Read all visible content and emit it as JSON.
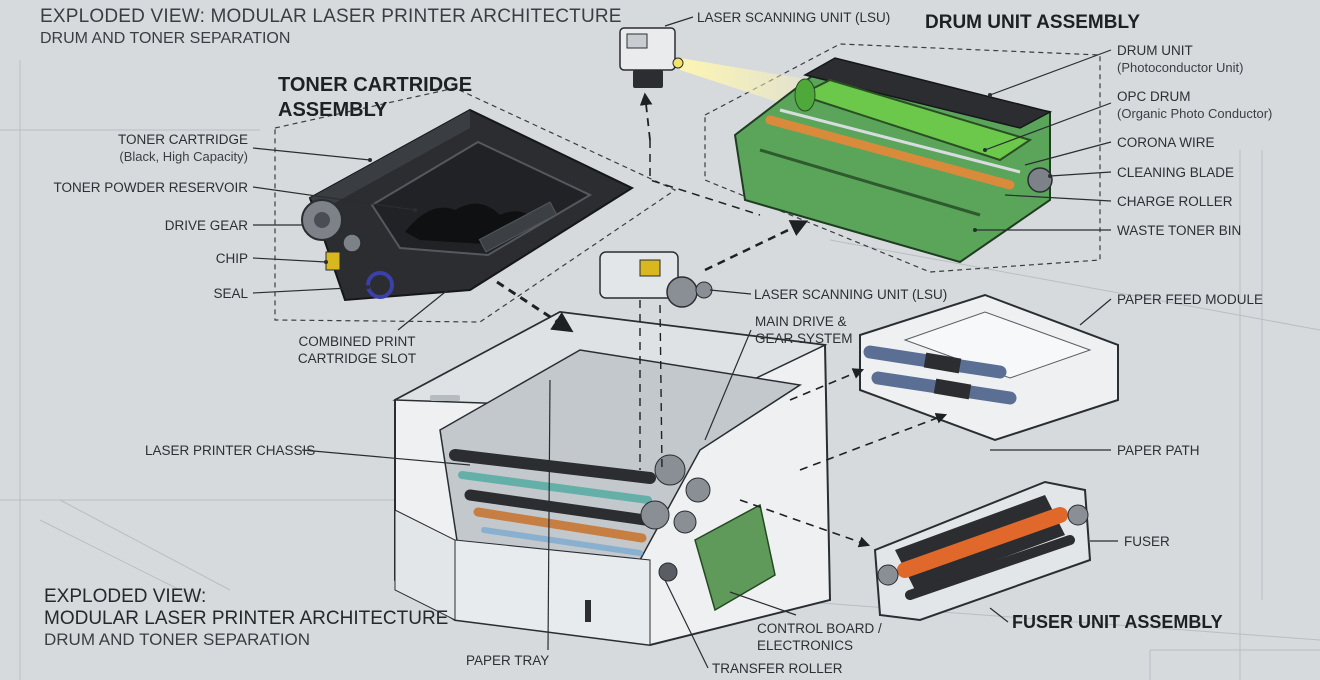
{
  "headers": {
    "top_line1": "EXPLODED VIEW: MODULAR LASER PRINTER ARCHITECTURE",
    "top_line2": "DRUM AND TONER SEPARATION",
    "bottom_line1": "EXPLODED VIEW:",
    "bottom_line2": "MODULAR LASER PRINTER ARCHITECTURE",
    "bottom_line3": "DRUM AND TONER SEPARATION"
  },
  "assemblies": {
    "toner_line1": "TONER CARTRIDGE",
    "toner_line2": "ASSEMBLY",
    "drum": "DRUM UNIT ASSEMBLY",
    "fuser": "FUSER UNIT ASSEMBLY"
  },
  "labels": {
    "toner_cartridge": "TONER CARTRIDGE",
    "toner_cartridge_sub": "(Black, High Capacity)",
    "toner_reservoir": "TONER POWDER RESERVOIR",
    "drive_gear": "DRIVE GEAR",
    "chip": "CHIP",
    "seal": "SEAL",
    "slot_line1": "COMBINED PRINT",
    "slot_line2": "CARTRIDGE SLOT",
    "chassis": "LASER PRINTER CHASSIS",
    "paper_tray": "PAPER TRAY",
    "transfer_roller": "TRANSFER ROLLER",
    "control_line1": "CONTROL BOARD /",
    "control_line2": "ELECTRONICS",
    "main_drive_line1": "MAIN DRIVE &",
    "main_drive_line2": "GEAR SYSTEM",
    "lsu_top": "LASER SCANNING UNIT (LSU)",
    "lsu_mid": "LASER SCANNING UNIT (LSU)",
    "drum_unit": "DRUM UNIT",
    "drum_unit_sub": "(Photoconductor Unit)",
    "opc_drum": "OPC DRUM",
    "opc_drum_sub": "(Organic Photo Conductor)",
    "corona_wire": "CORONA WIRE",
    "cleaning_blade": "CLEANING BLADE",
    "charge_roller": "CHARGE ROLLER",
    "waste_toner_bin": "WASTE TONER BIN",
    "paper_feed": "PAPER FEED MODULE",
    "paper_path": "PAPER PATH",
    "fuser": "FUSER"
  },
  "colors": {
    "background": "#d6dadd",
    "toner_body": "#2b2d30",
    "drum_frame": "#5aa55a",
    "drum_opc": "#6cc84a",
    "roller_orange": "#d98a3a",
    "fuser_heat": "#e0682a",
    "chip": "#d9b81f",
    "seal": "#3b3fa8",
    "board": "#5f9a5a",
    "roller_blue": "#5b6f95"
  }
}
